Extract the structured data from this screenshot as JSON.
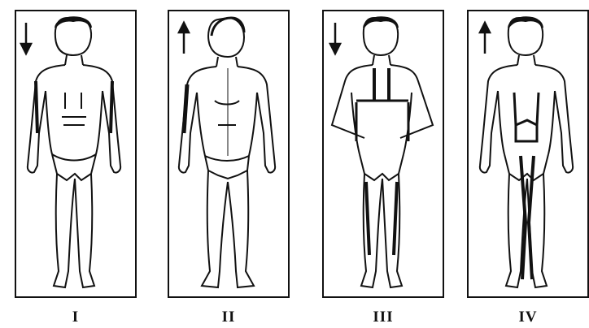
{
  "panels": [
    {
      "label": "I",
      "arrow": "down",
      "view": "front"
    },
    {
      "label": "II",
      "arrow": "up",
      "view": "back"
    },
    {
      "label": "III",
      "arrow": "down",
      "view": "front"
    },
    {
      "label": "IV",
      "arrow": "up",
      "view": "front"
    }
  ],
  "colors": {
    "ink": "#111111",
    "paper": "#ffffff"
  }
}
